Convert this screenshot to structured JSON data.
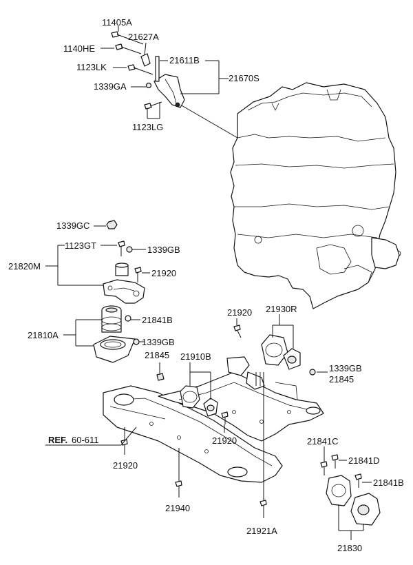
{
  "labels": {
    "p11405A": "11405A",
    "p1140HE": "1140HE",
    "p21627A": "21627A",
    "p1123LK": "1123LK",
    "p21611B": "21611B",
    "p21670S": "21670S",
    "p1339GA": "1339GA",
    "p1123LG": "1123LG",
    "p1339GC": "1339GC",
    "p1123GT": "1123GT",
    "p1339GB_a": "1339GB",
    "p21820M": "21820M",
    "p21920_a": "21920",
    "p21841B_a": "21841B",
    "p21810A": "21810A",
    "p1339GB_b": "1339GB",
    "p21845_a": "21845",
    "p21920_b": "21920",
    "p21930R": "21930R",
    "p21910B": "21910B",
    "p1339GB_c": "1339GB",
    "p21845_b": "21845",
    "p21920_c": "21920",
    "ref_prefix": "REF.",
    "ref_num": "60-611",
    "p21920_d": "21920",
    "p21841C": "21841C",
    "p21841D": "21841D",
    "p21841B_b": "21841B",
    "p21940": "21940",
    "p21921A": "21921A",
    "p21830": "21830"
  }
}
